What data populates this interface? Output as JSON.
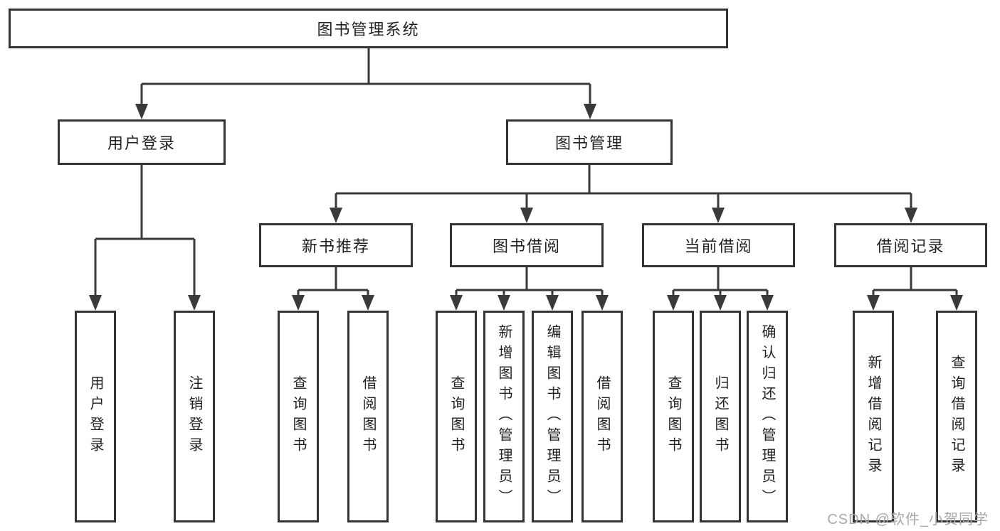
{
  "diagram": {
    "root": {
      "label": "图书管理系统"
    },
    "branches": [
      {
        "label": "用户登录",
        "children": [
          {
            "label": "用户登录"
          },
          {
            "label": "注销登录"
          }
        ]
      },
      {
        "label": "图书管理",
        "children": [
          {
            "label": "新书推荐",
            "children": [
              {
                "label": "查询图书"
              },
              {
                "label": "借阅图书"
              }
            ]
          },
          {
            "label": "图书借阅",
            "children": [
              {
                "label": "查询图书"
              },
              {
                "label": "新增图书（管理员）"
              },
              {
                "label": "编辑图书（管理员）"
              },
              {
                "label": "借阅图书"
              }
            ]
          },
          {
            "label": "当前借阅",
            "children": [
              {
                "label": "查询图书"
              },
              {
                "label": "归还图书"
              },
              {
                "label": "确认归还（管理员）"
              }
            ]
          },
          {
            "label": "借阅记录",
            "children": [
              {
                "label": "新增借阅记录"
              },
              {
                "label": "查询借阅记录"
              }
            ]
          }
        ]
      }
    ]
  },
  "colors": {
    "line": "#3a3a3a",
    "border": "#343434",
    "text": "#222222",
    "watermark": "#a8a8a8"
  },
  "watermark": {
    "text": "CSDN @软件_小贺同学"
  }
}
